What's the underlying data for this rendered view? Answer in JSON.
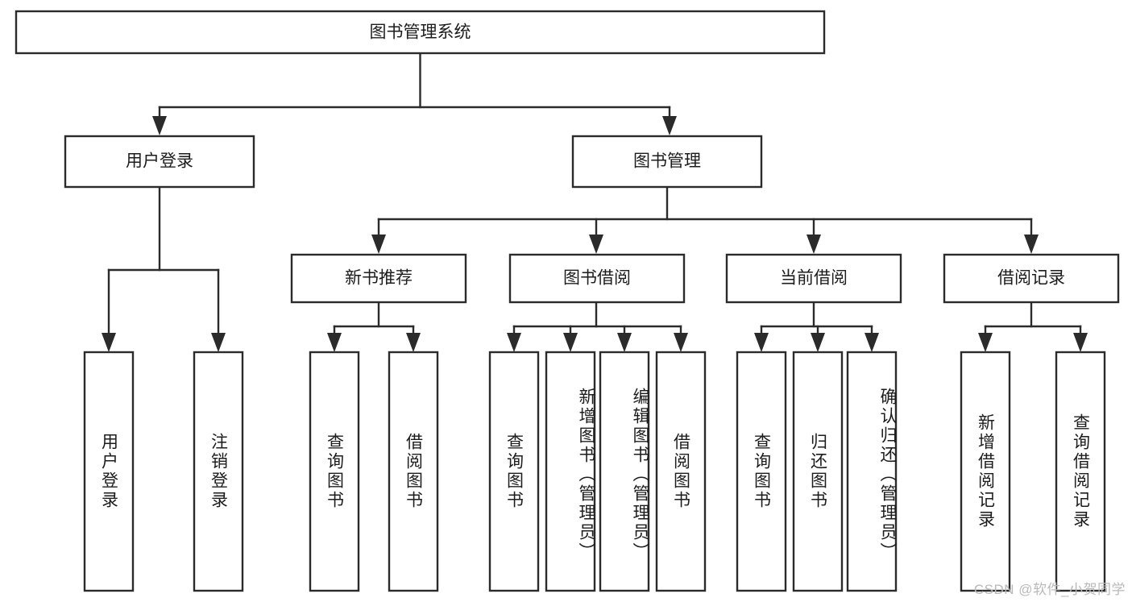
{
  "diagram": {
    "type": "tree-hierarchy",
    "title": "图书管理系统",
    "watermark": "CSDN @软件_小贺同学",
    "colors": {
      "stroke": "#2b2b2b",
      "fill": "#ffffff",
      "text": "#1c1c1c",
      "watermark": "#b9b9b9"
    },
    "levels": [
      {
        "level": 1,
        "nodes": [
          {
            "id": "root",
            "label": "图书管理系统",
            "orientation": "horizontal"
          }
        ]
      },
      {
        "level": 2,
        "nodes": [
          {
            "id": "user-login",
            "label": "用户登录",
            "orientation": "horizontal",
            "parent": "root"
          },
          {
            "id": "book-manage",
            "label": "图书管理",
            "orientation": "horizontal",
            "parent": "root"
          }
        ]
      },
      {
        "level": 3,
        "nodes": [
          {
            "id": "new-book-rec",
            "label": "新书推荐",
            "orientation": "horizontal",
            "parent": "book-manage"
          },
          {
            "id": "book-borrow",
            "label": "图书借阅",
            "orientation": "horizontal",
            "parent": "book-manage"
          },
          {
            "id": "current-borrow",
            "label": "当前借阅",
            "orientation": "horizontal",
            "parent": "book-manage"
          },
          {
            "id": "borrow-record",
            "label": "借阅记录",
            "orientation": "horizontal",
            "parent": "book-manage"
          }
        ]
      },
      {
        "level": 4,
        "nodes": [
          {
            "id": "leaf-user-login",
            "label": "用户登录",
            "orientation": "vertical",
            "parent": "user-login"
          },
          {
            "id": "leaf-logout",
            "label": "注销登录",
            "orientation": "vertical",
            "parent": "user-login"
          },
          {
            "id": "leaf-query-book-1",
            "label": "查询图书",
            "orientation": "vertical",
            "parent": "new-book-rec"
          },
          {
            "id": "leaf-borrow-book-1",
            "label": "借阅图书",
            "orientation": "vertical",
            "parent": "new-book-rec"
          },
          {
            "id": "leaf-query-book-2",
            "label": "查询图书",
            "orientation": "vertical",
            "parent": "book-borrow"
          },
          {
            "id": "leaf-add-book",
            "label": "新增图书（管理员）",
            "orientation": "vertical",
            "parent": "book-borrow"
          },
          {
            "id": "leaf-edit-book",
            "label": "编辑图书（管理员）",
            "orientation": "vertical",
            "parent": "book-borrow"
          },
          {
            "id": "leaf-borrow-book-2",
            "label": "借阅图书",
            "orientation": "vertical",
            "parent": "book-borrow"
          },
          {
            "id": "leaf-query-book-3",
            "label": "查询图书",
            "orientation": "vertical",
            "parent": "current-borrow"
          },
          {
            "id": "leaf-return-book",
            "label": "归还图书",
            "orientation": "vertical",
            "parent": "current-borrow"
          },
          {
            "id": "leaf-confirm-return",
            "label": "确认归还（管理员）",
            "orientation": "vertical",
            "parent": "current-borrow"
          },
          {
            "id": "leaf-add-record",
            "label": "新增借阅记录",
            "orientation": "vertical",
            "parent": "borrow-record"
          },
          {
            "id": "leaf-query-record",
            "label": "查询借阅记录",
            "orientation": "vertical",
            "parent": "borrow-record"
          }
        ]
      }
    ]
  }
}
